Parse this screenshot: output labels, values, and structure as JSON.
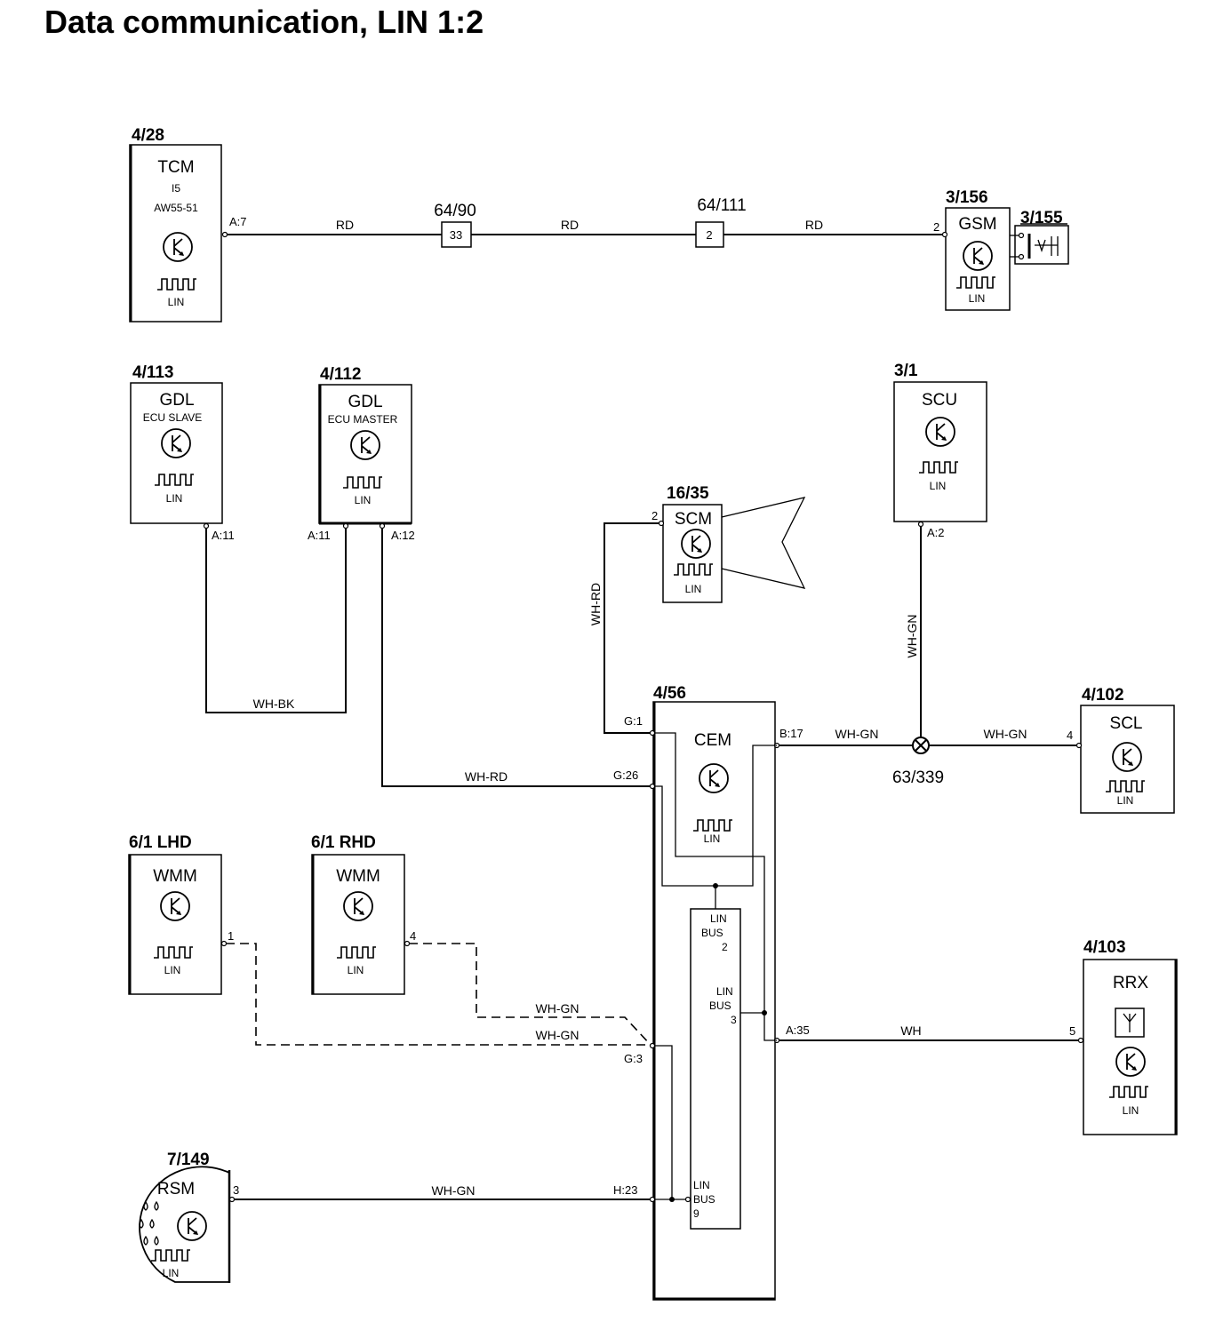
{
  "title": "Data communication, LIN 1:2",
  "components": {
    "tcm": {
      "ref": "4/28",
      "name": "TCM",
      "sub1": "I5",
      "sub2": "AW55-51",
      "bus": "LIN",
      "pin": "A:7"
    },
    "gsm": {
      "ref": "3/156",
      "name": "GSM",
      "bus": "LIN",
      "pin": "2"
    },
    "gsm_aux": {
      "ref": "3/155"
    },
    "conn1": {
      "ref": "64/90",
      "pin": "33"
    },
    "conn2": {
      "ref": "64/111",
      "pin": "2"
    },
    "gdl_slave": {
      "ref": "4/113",
      "name": "GDL",
      "sub": "ECU SLAVE",
      "bus": "LIN",
      "pin": "A:11"
    },
    "gdl_master": {
      "ref": "4/112",
      "name": "GDL",
      "sub": "ECU MASTER",
      "bus": "LIN",
      "pin1": "A:11",
      "pin2": "A:12"
    },
    "scm": {
      "ref": "16/35",
      "name": "SCM",
      "bus": "LIN",
      "pin": "2"
    },
    "scu": {
      "ref": "3/1",
      "name": "SCU",
      "bus": "LIN",
      "pin": "A:2"
    },
    "cem": {
      "ref": "4/56",
      "name": "CEM",
      "bus": "LIN",
      "pin_g1": "G:1",
      "pin_g26": "G:26",
      "pin_g3": "G:3",
      "pin_h23": "H:23",
      "pin_b17": "B:17",
      "pin_a35": "A:35",
      "linbus2": {
        "l1": "LIN",
        "l2": "BUS",
        "l3": "2"
      },
      "linbus3": {
        "l1": "LIN",
        "l2": "BUS",
        "l3": "3"
      },
      "linbus9": {
        "l1": "LIN",
        "l2": "BUS",
        "l3": "9"
      }
    },
    "scl": {
      "ref": "4/102",
      "name": "SCL",
      "bus": "LIN",
      "pin": "4"
    },
    "splice": {
      "ref": "63/339"
    },
    "wmm_lhd": {
      "ref": "6/1 LHD",
      "name": "WMM",
      "bus": "LIN",
      "pin": "1"
    },
    "wmm_rhd": {
      "ref": "6/1 RHD",
      "name": "WMM",
      "bus": "LIN",
      "pin": "4"
    },
    "rrx": {
      "ref": "4/103",
      "name": "RRX",
      "bus": "LIN",
      "pin": "5"
    },
    "rsm": {
      "ref": "7/149",
      "name": "RSM",
      "bus": "LIN",
      "pin": "3"
    }
  },
  "wires": {
    "tcm_c1": "RD",
    "c1_c2": "RD",
    "c2_gsm": "RD",
    "gdl_link": "WH-BK",
    "gdl_cem": "WH-RD",
    "scm_cem": "WH-RD",
    "scu_splice": "WH-GN",
    "cem_splice": "WH-GN",
    "splice_scl": "WH-GN",
    "wmm_rhd": "WH-GN",
    "wmm_lhd": "WH-GN",
    "rsm": "WH-GN",
    "rrx": "WH"
  }
}
